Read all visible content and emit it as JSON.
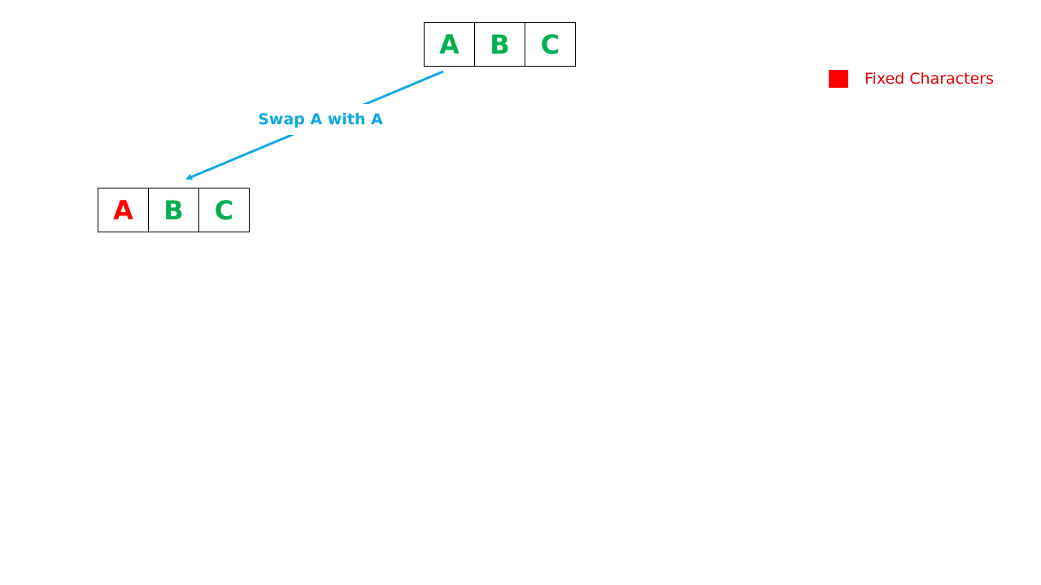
{
  "colors": {
    "free": "#00b050",
    "fixed": "#ff0000",
    "arrow": "#0fa8e6",
    "legend_text": "#e00000"
  },
  "top_row": {
    "cells": [
      {
        "char": "A",
        "state": "free"
      },
      {
        "char": "B",
        "state": "free"
      },
      {
        "char": "C",
        "state": "free"
      }
    ]
  },
  "bottom_row": {
    "cells": [
      {
        "char": "A",
        "state": "fixed"
      },
      {
        "char": "B",
        "state": "free"
      },
      {
        "char": "C",
        "state": "free"
      }
    ]
  },
  "edge": {
    "label": "Swap A with A"
  },
  "legend": {
    "label": "Fixed Characters"
  }
}
